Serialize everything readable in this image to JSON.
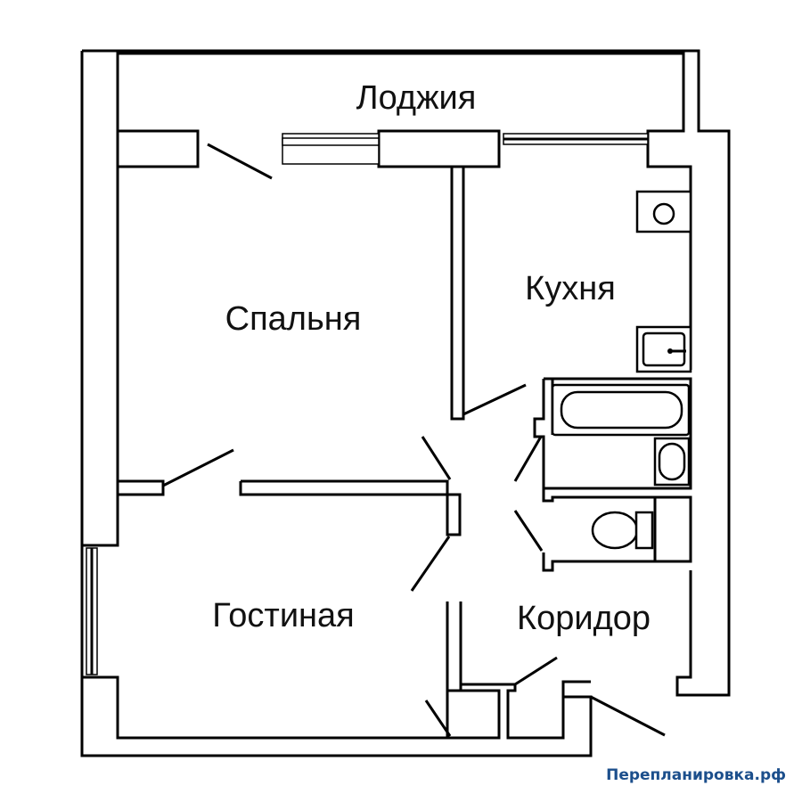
{
  "rooms": {
    "loggia": "Лоджия",
    "bedroom": "Спальня",
    "kitchen": "Кухня",
    "living_room": "Гостиная",
    "corridor": "Коридор"
  },
  "watermark": "Перепланировка.рф",
  "colors": {
    "lines": "#000000",
    "background": "#ffffff",
    "watermark": "#1c4f8c"
  }
}
